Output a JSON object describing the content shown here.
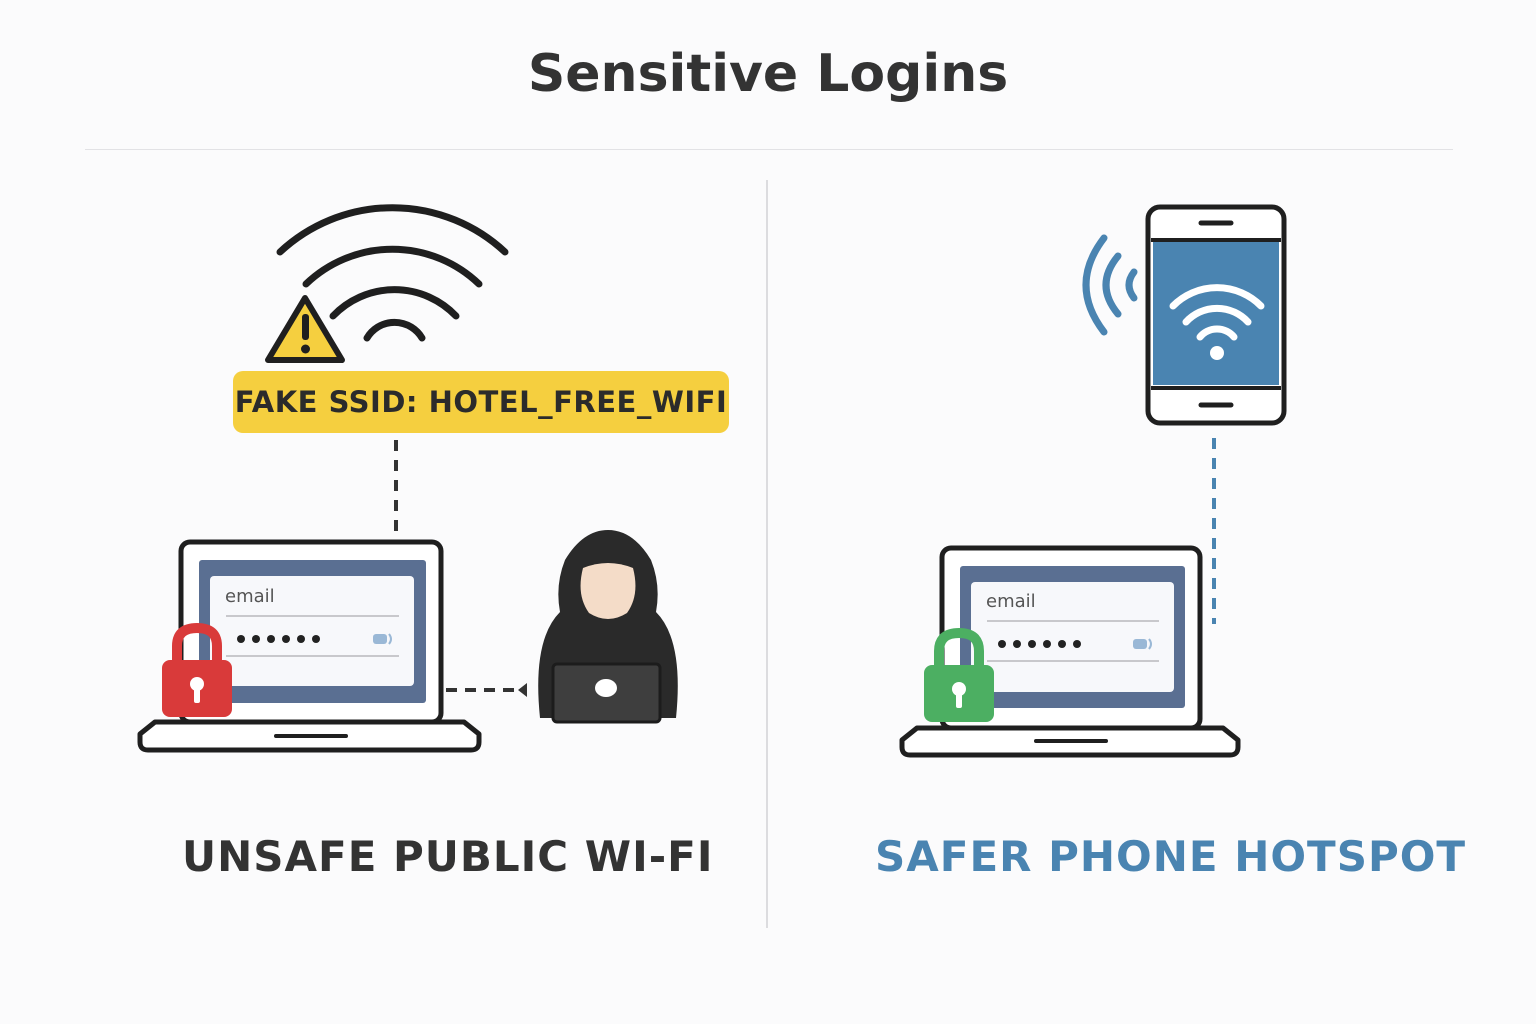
{
  "title": "Sensitive Logins",
  "left_panel": {
    "badge": "FAKE SSID: HOTEL_FREE_WIFI",
    "email_label": "email",
    "caption": "UNSAFE PUBLIC WI-FI",
    "lock_color": "#d93a3a"
  },
  "right_panel": {
    "email_label": "email",
    "caption": "SAFER PHONE HOTSPOT",
    "lock_color": "#4caf62",
    "accent_color": "#4a84b1"
  },
  "icons": [
    "wifi-icon",
    "warning-icon",
    "laptop-icon",
    "padlock-icon",
    "hacker-icon",
    "phone-icon",
    "signal-waves-icon"
  ]
}
